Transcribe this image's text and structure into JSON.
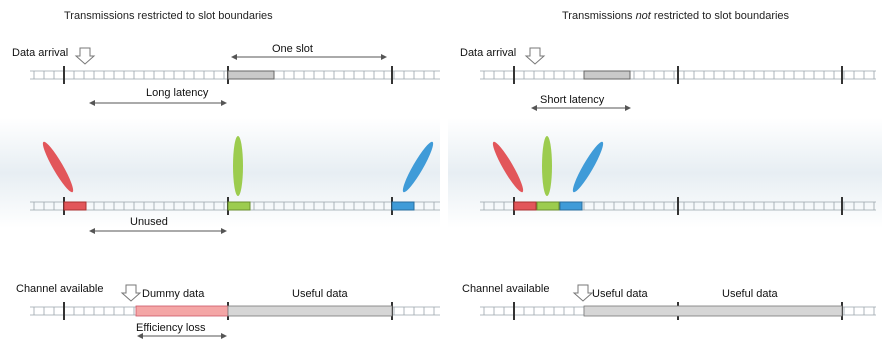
{
  "left_panel": {
    "title": "Transmissions restricted to slot boundaries",
    "labels": {
      "data_arrival": "Data arrival",
      "one_slot": "One slot",
      "long_latency": "Long latency",
      "unused": "Unused",
      "channel_available": "Channel available",
      "dummy_data": "Dummy data",
      "useful_data": "Useful data",
      "efficiency_loss": "Efficiency loss"
    }
  },
  "right_panel": {
    "title_before": "Transmissions ",
    "title_emph": "not",
    "title_after": " restricted to slot boundaries",
    "labels": {
      "data_arrival": "Data arrival",
      "short_latency": "Short latency",
      "channel_available": "Channel available",
      "useful_data_1": "Useful data",
      "useful_data_2": "Useful data"
    }
  },
  "colors": {
    "red": "#e2565a",
    "green": "#9ccc4e",
    "blue": "#3f9bd8",
    "gray_block": "#c9c9c9",
    "dummy": "#f4a6a6",
    "useful": "#d6d6d6",
    "band": "#eaf0f4"
  }
}
